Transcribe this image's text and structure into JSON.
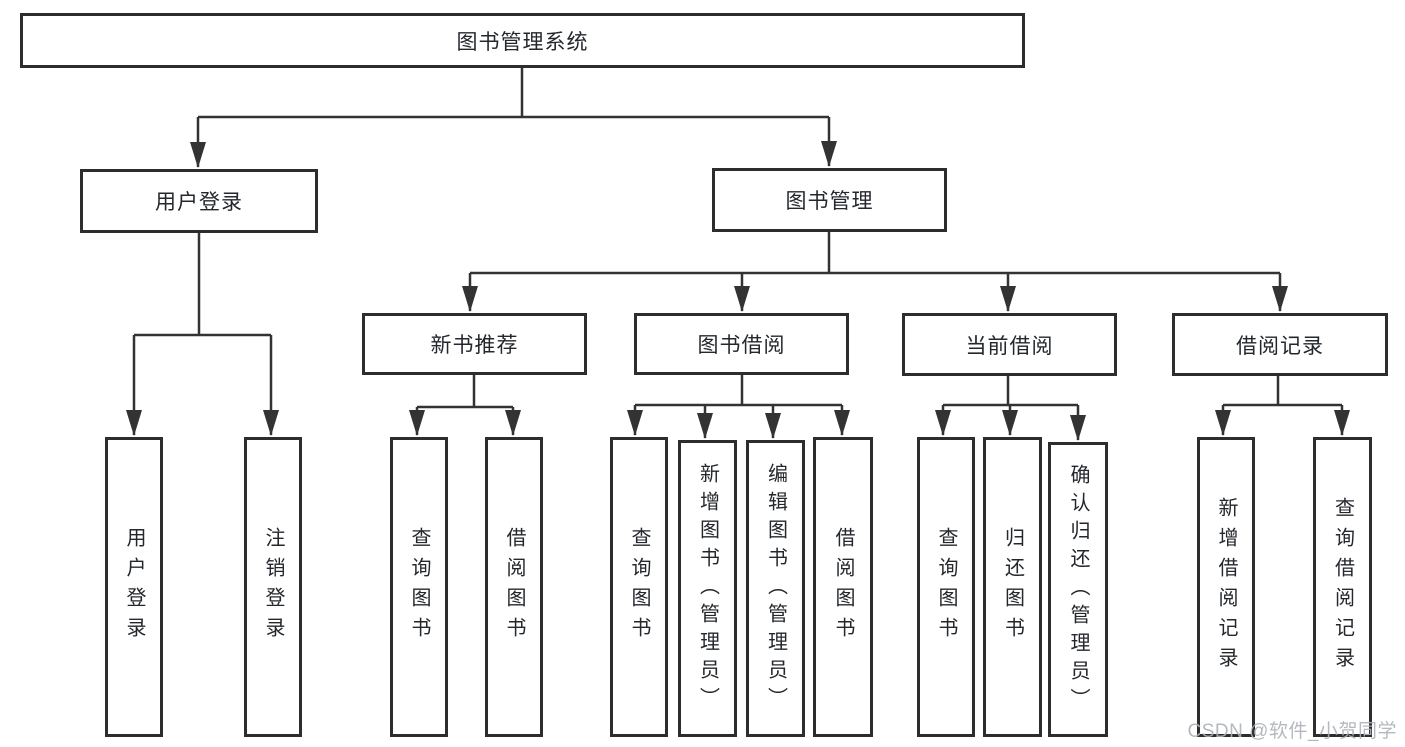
{
  "diagram": {
    "title": "图书管理系统",
    "root": {
      "label": "图书管理系统"
    },
    "level2": [
      {
        "label": "用户登录"
      },
      {
        "label": "图书管理"
      }
    ],
    "level3": [
      {
        "label": "新书推荐",
        "parent": "图书管理"
      },
      {
        "label": "图书借阅",
        "parent": "图书管理"
      },
      {
        "label": "当前借阅",
        "parent": "图书管理"
      },
      {
        "label": "借阅记录",
        "parent": "图书管理"
      }
    ],
    "leaves": [
      {
        "label": "用户登录",
        "parent": "用户登录"
      },
      {
        "label": "注销登录",
        "parent": "用户登录"
      },
      {
        "label": "查询图书",
        "parent": "新书推荐"
      },
      {
        "label": "借阅图书",
        "parent": "新书推荐"
      },
      {
        "label": "查询图书",
        "parent": "图书借阅"
      },
      {
        "label": "新增图书（管理员）",
        "parent": "图书借阅"
      },
      {
        "label": "编辑图书（管理员）",
        "parent": "图书借阅"
      },
      {
        "label": "借阅图书",
        "parent": "图书借阅"
      },
      {
        "label": "查询图书",
        "parent": "当前借阅"
      },
      {
        "label": "归还图书",
        "parent": "当前借阅"
      },
      {
        "label": "确认归还（管理员）",
        "parent": "当前借阅"
      },
      {
        "label": "新增借阅记录",
        "parent": "借阅记录"
      },
      {
        "label": "查询借阅记录",
        "parent": "借阅记录"
      }
    ]
  },
  "watermark": {
    "text": "CSDN @软件_小贺同学"
  },
  "colors": {
    "line": "#333333",
    "box_border": "#2d2d2d",
    "text": "#24272c",
    "background": "#ffffff",
    "watermark": "#aeb2b9"
  }
}
